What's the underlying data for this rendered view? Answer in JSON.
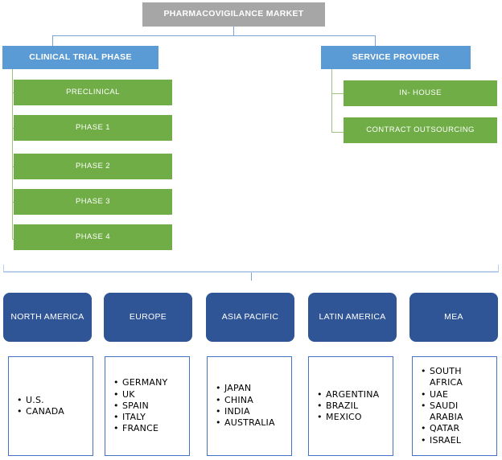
{
  "diagram": {
    "title": "PHARMACOVIGILANCE MARKET",
    "type": "organizational-tree",
    "colors": {
      "root": "#A6A6A6",
      "level1": "#5B9BD5",
      "level2": "#70AD47",
      "region": "#2F5597",
      "country_border": "#4472C4",
      "connector": "#4472C4"
    },
    "root": {
      "label": "PHARMACOVIGILANCE MARKET"
    },
    "branches": [
      {
        "label": "CLINICAL TRIAL PHASE",
        "children": [
          {
            "label": "PRECLINICAL"
          },
          {
            "label": "PHASE 1"
          },
          {
            "label": "PHASE 2"
          },
          {
            "label": "PHASE 3"
          },
          {
            "label": "PHASE 4"
          }
        ]
      },
      {
        "label": "SERVICE PROVIDER",
        "children": [
          {
            "label": "IN- HOUSE"
          },
          {
            "label": "CONTRACT OUTSOURCING"
          }
        ]
      }
    ],
    "regions": [
      {
        "label": "NORTH AMERICA",
        "countries": [
          "U.S.",
          "CANADA"
        ]
      },
      {
        "label": "EUROPE",
        "countries": [
          "GERMANY",
          "UK",
          "SPAIN",
          "ITALY",
          "FRANCE"
        ]
      },
      {
        "label": "ASIA PACIFIC",
        "countries": [
          "JAPAN",
          "CHINA",
          "INDIA",
          "AUSTRALIA"
        ]
      },
      {
        "label": "LATIN AMERICA",
        "countries": [
          "ARGENTINA",
          "BRAZIL",
          "MEXICO"
        ]
      },
      {
        "label": "MEA",
        "countries": [
          "SOUTH AFRICA",
          "UAE",
          "SAUDI ARABIA",
          "QATAR",
          "ISRAEL"
        ]
      }
    ]
  }
}
